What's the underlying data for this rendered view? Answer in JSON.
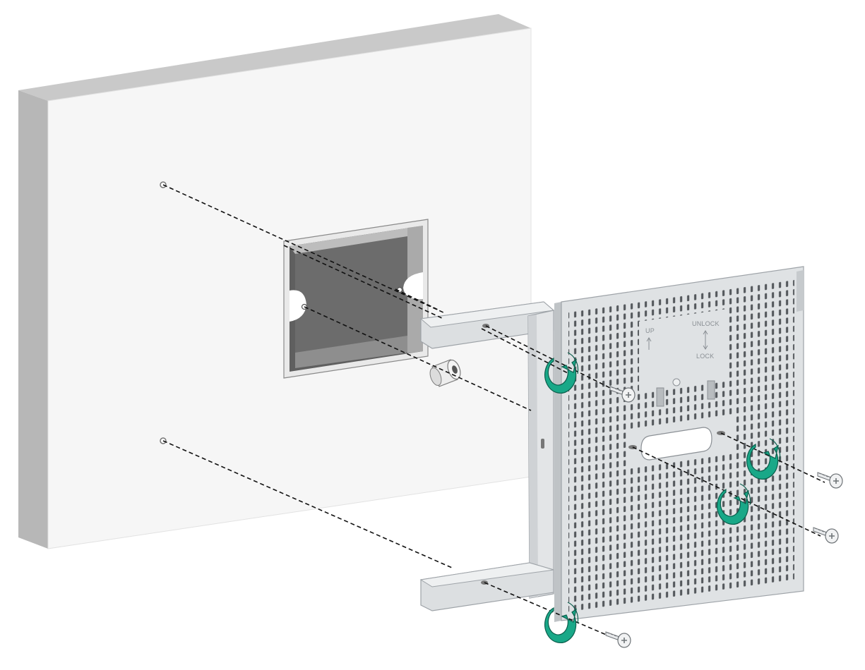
{
  "plate_labels": {
    "up": "UP",
    "unlock": "UNLOCK",
    "lock": "LOCK"
  },
  "colors": {
    "wall_face": "#f6f6f6",
    "wall_edge": "#c4c4c4",
    "box_interior": "#707070",
    "bracket": "#d9dcde",
    "rotation_arrow": "#19a888",
    "dashed_guides": "#111111"
  }
}
